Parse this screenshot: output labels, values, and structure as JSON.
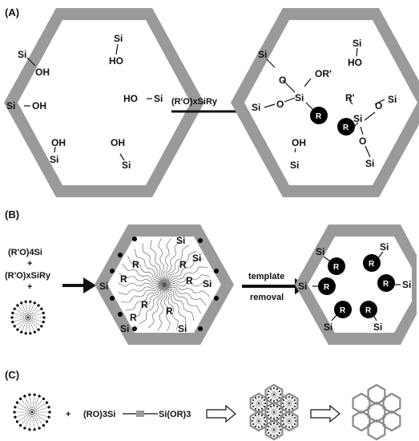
{
  "panels": {
    "a": {
      "label": "(A)",
      "reagent": "(R'O)xSiRy",
      "left_labels": [
        "Si",
        "HO",
        "Si",
        "OH",
        "Si",
        "OH",
        "HO",
        "Si",
        "OH",
        "Si",
        "OH",
        "Si"
      ],
      "right_labels": [
        "Si",
        "OR'",
        "Si",
        "HO",
        "Si",
        "R'",
        "Si",
        "Si",
        "O",
        "O",
        "Si",
        "R",
        "R",
        "Si",
        "Si",
        "O",
        "O",
        "Si",
        "OH"
      ]
    },
    "b": {
      "label": "(B)",
      "reagents": [
        "(R'O)4Si",
        "+",
        "(R'O)xSiRy",
        "+"
      ],
      "arrow_text": [
        "template",
        "removal"
      ],
      "hex1_labels": [
        "Si",
        "R",
        "Si",
        "R",
        "R",
        "Si",
        "R",
        "R",
        "Si",
        "R",
        "Si",
        "R",
        "Si"
      ],
      "hex2_labels": [
        "Si",
        "Si",
        "Si",
        "Si",
        "Si",
        "Si",
        "R",
        "R",
        "R",
        "R",
        "R",
        "R"
      ]
    },
    "c": {
      "label": "(C)",
      "plus": "+",
      "precursor_left": "(RO)3Si",
      "precursor_right": "Si(OR)3"
    }
  },
  "colors": {
    "wall": "#9a9a9a",
    "ink": "#111111",
    "bead": "#000000"
  }
}
